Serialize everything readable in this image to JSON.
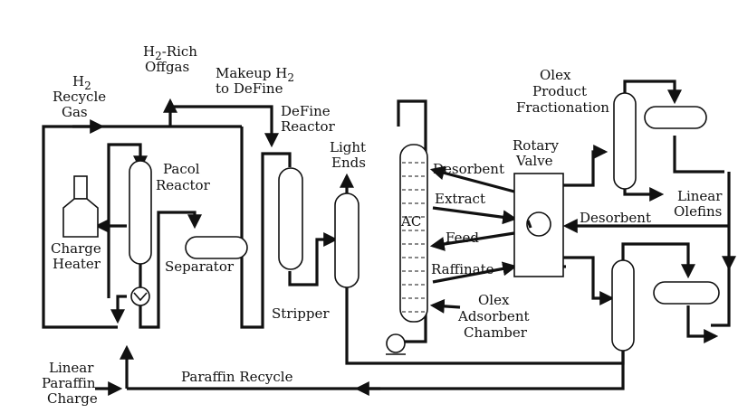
{
  "labels": {
    "h2_recycle_gas_1": "H",
    "h2_recycle_gas_1_sub": "2",
    "h2_recycle_gas_2": "Recycle",
    "h2_recycle_gas_3": "Gas",
    "h2_rich_offgas_1": "H",
    "h2_rich_offgas_1_sub": "2",
    "h2_rich_offgas_1_rest": "-Rich",
    "h2_rich_offgas_2": "Offgas",
    "makeup_h2_1": "Makeup H",
    "makeup_h2_1_sub": "2",
    "makeup_h2_2": "to DeFine",
    "define_reactor_1": "DeFine",
    "define_reactor_2": "Reactor",
    "light_ends_1": "Light",
    "light_ends_2": "Ends",
    "pacol_reactor_1": "Pacol",
    "pacol_reactor_2": "Reactor",
    "charge_heater_1": "Charge",
    "charge_heater_2": "Heater",
    "separator": "Separator",
    "stripper": "Stripper",
    "ac": "AC",
    "desorbent_in": "Desorbent",
    "extract": "Extract",
    "feed": "Feed",
    "raffinate": "Raffinate",
    "rotary_valve_1": "Rotary",
    "rotary_valve_2": "Valve",
    "olex_product_1": "Olex",
    "olex_product_2": "Product",
    "olex_product_3": "Fractionation",
    "linear_olefins_1": "Linear",
    "linear_olefins_2": "Olefins",
    "desorbent_return": "Desorbent",
    "olex_adsorbent_1": "Olex",
    "olex_adsorbent_2": "Adsorbent",
    "olex_adsorbent_3": "Chamber",
    "linear_paraffin_1": "Linear",
    "linear_paraffin_2": "Paraffin",
    "linear_paraffin_3": "Charge",
    "paraffin_recycle": "Paraffin Recycle"
  },
  "colors": {
    "ink": "#111111",
    "paper": "#ffffff"
  }
}
